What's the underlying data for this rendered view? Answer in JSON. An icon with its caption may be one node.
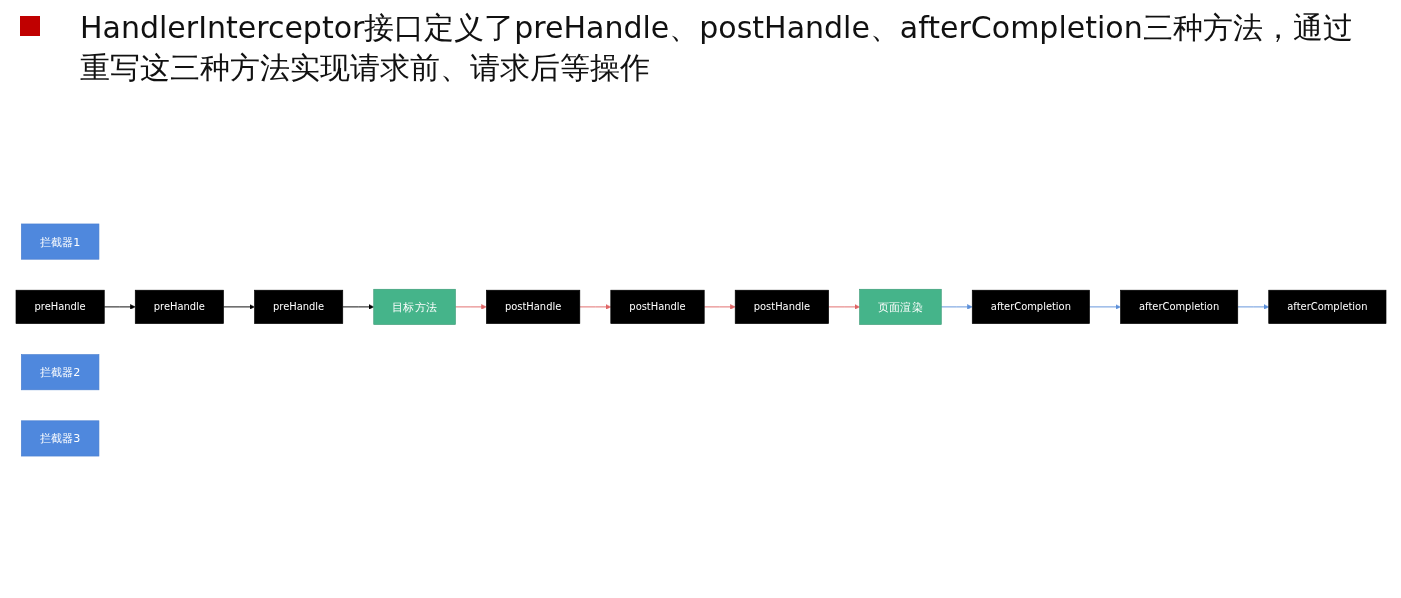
{
  "diagram": {
    "title": "HandlerInterceptor接口定义了preHandle、postHandle、afterCompletion三种方法，通过重写这三种方法实现请求前、请求后等操作",
    "nodes": [
      {
        "text": [
          "页面渲染"
        ]
      },
      {
        "text": [
          "拦截器1"
        ]
      },
      {
        "text": [
          "preHandle"
        ]
      },
      {
        "text": [
          "postHandle"
        ]
      },
      {
        "text": [
          "afterCompletion"
        ]
      },
      {
        "text": [
          "拦截器2"
        ]
      },
      {
        "text": [
          "preHandle"
        ]
      },
      {
        "text": [
          "postHandle"
        ]
      },
      {
        "text": [
          "afterCompletion"
        ]
      },
      {
        "text": [
          "拦截器3"
        ]
      },
      {
        "text": [
          "preHandle"
        ]
      },
      {
        "text": [
          "postHandle"
        ]
      },
      {
        "text": [
          "afterCompletion"
        ]
      },
      {
        "text": [
          "目标方法"
        ]
      }
    ],
    "edges": [
      {
        "from": 2,
        "to": 6,
        "arrow": "to",
        "color": "#000000"
      },
      {
        "from": 6,
        "to": 10,
        "arrow": "to",
        "color": "#000000"
      },
      {
        "from": 10,
        "to": 13,
        "arrow": "to",
        "color": "#000000"
      },
      {
        "from": 13,
        "to": 11,
        "arrow": "to"
      },
      {
        "from": 11,
        "to": 7,
        "arrow": "to"
      },
      {
        "from": 7,
        "to": 3,
        "arrow": "to"
      },
      {
        "from": 3,
        "to": 0,
        "arrow": "to"
      },
      {
        "from": 0,
        "to": 12,
        "arrow": "to",
        "color": "#5b8fd9"
      },
      {
        "from": 12,
        "to": 8,
        "arrow": "to",
        "color": "#5b8fd9"
      },
      {
        "from": 8,
        "to": 4,
        "arrow": "to",
        "color": "#5b8fd9"
      }
    ]
  }
}
